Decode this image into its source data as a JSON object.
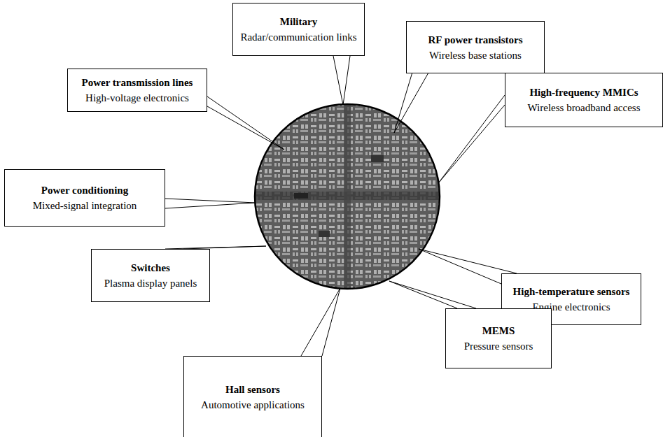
{
  "diagram": {
    "nodes": [
      {
        "text": [
          "Military",
          "Radar/communication links"
        ]
      },
      {
        "text": [
          "RF power transistors",
          "Wireless base stations"
        ]
      },
      {
        "text": [
          "Power transmission lines",
          "High-voltage electronics"
        ]
      },
      {
        "text": [
          "High-frequency MMICs",
          "Wireless broadband access"
        ]
      },
      {
        "text": [
          "Power conditioning",
          "Mixed-signal integration"
        ]
      },
      {
        "text": [
          "Switches",
          "Plasma display panels"
        ]
      },
      {
        "text": [
          "High-temperature sensors",
          "Engine electronics"
        ]
      },
      {
        "text": [
          "MEMS",
          "Pressure sensors"
        ]
      },
      {
        "text": [
          "Hall sensors",
          "Automotive applications"
        ]
      }
    ]
  }
}
